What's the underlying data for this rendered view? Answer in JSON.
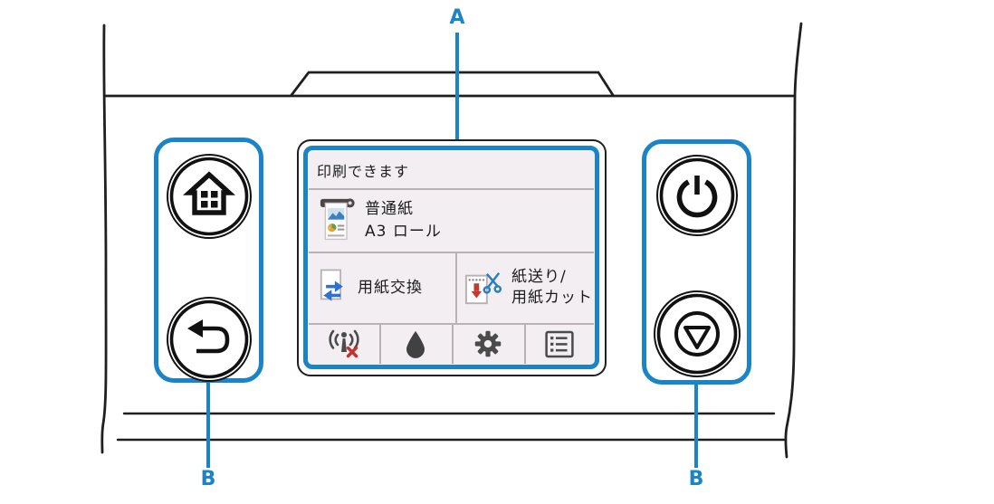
{
  "diagram": {
    "type": "printer-operation-panel-callout-diagram",
    "callouts": {
      "a": "A",
      "b_left": "B",
      "b_right": "B"
    }
  },
  "colors": {
    "callout_blue": "#1b84c6",
    "outline_black": "#1f1f1f",
    "screen_background": "#f3eef1",
    "screen_divider": "#b9b1b6",
    "screen_icon_gray": "#4b4b4b",
    "accent_arrow_blue": "#2e6fd2",
    "accent_scissors_blue": "#2a7fc0",
    "accent_red": "#c0342e"
  },
  "screen": {
    "status_text": "印刷できます",
    "paper_tile": {
      "icon": "roll-paper-icon",
      "line1": "普通紙",
      "line2": "A3 ロール"
    },
    "action_buttons": [
      {
        "icon": "replace-paper-icon",
        "label": "用紙交換"
      },
      {
        "icon": "feed-cut-icon",
        "label_line1": "紙送り/",
        "label_line2": "用紙カット"
      }
    ],
    "toolbar_icons": [
      {
        "name": "network-disabled-icon"
      },
      {
        "name": "ink-icon"
      },
      {
        "name": "settings-gear-icon"
      },
      {
        "name": "menu-list-icon"
      }
    ]
  },
  "hardware_buttons": {
    "home": "home-button",
    "back": "back-button",
    "power": "power-button",
    "stop": "stop-button"
  }
}
